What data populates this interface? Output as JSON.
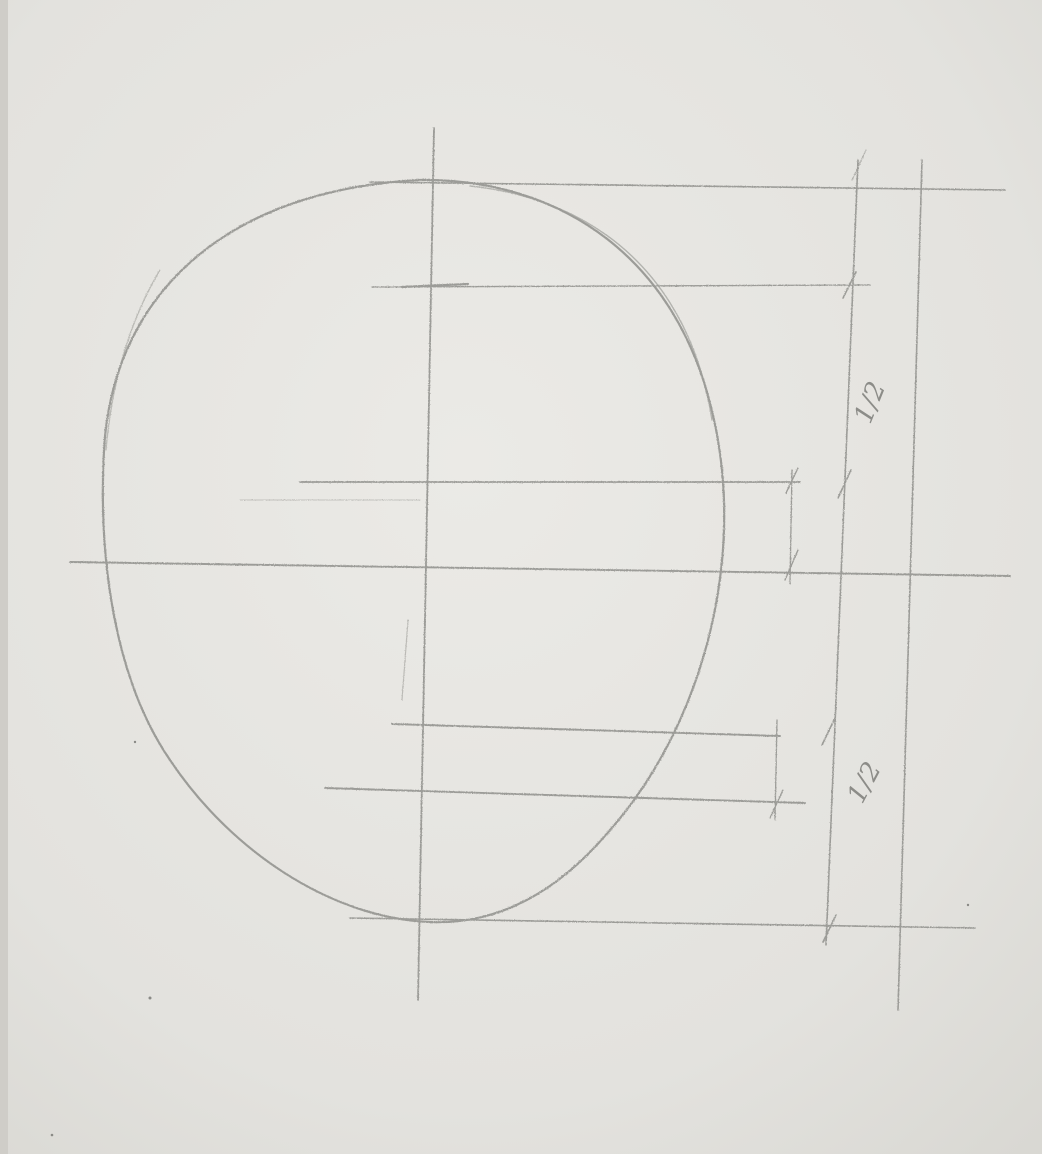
{
  "image": {
    "kind": "pencil sketch photo",
    "paper_color": "#e6e5e1",
    "pencil_color": "#9a9a96"
  },
  "annotations": {
    "upper_ratio": "1/2",
    "lower_ratio": "1/2"
  }
}
